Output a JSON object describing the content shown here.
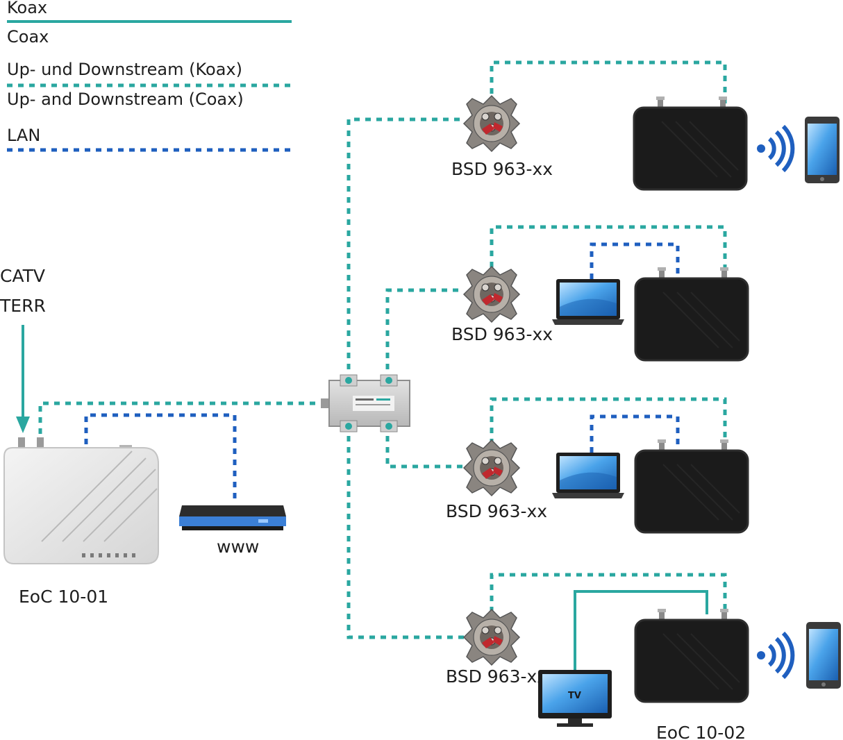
{
  "colors": {
    "coax": "#2aa7a0",
    "lan": "#1f5fbf",
    "device_dark": "#1b1b1b",
    "device_light": "#e6e6e6",
    "screen_blue": "#2f8fe0"
  },
  "legend": {
    "coax_de": "Koax",
    "coax_en": "Coax",
    "updown_de": "Up- und Downstream (Koax)",
    "updown_en": "Up- and Downstream (Coax)",
    "lan": "LAN"
  },
  "source": {
    "catv": "CATV",
    "terr": "TERR"
  },
  "labels": {
    "master_device": "EoC 10-01",
    "router": "www",
    "outlet_1": "BSD 963-xx",
    "outlet_2": "BSD 963-xx",
    "outlet_3": "BSD 963-xx",
    "outlet_4": "BSD 963-xx",
    "slave_device": "EoC 10-02",
    "tv": "TV"
  },
  "icons": {
    "splitter": "splitter-icon",
    "outlet": "antenna-outlet-icon",
    "modem": "eoc-modem-icon",
    "router": "router-icon",
    "laptop": "laptop-icon",
    "phone": "smartphone-icon",
    "wifi": "wifi-icon",
    "tv": "tv-icon"
  }
}
